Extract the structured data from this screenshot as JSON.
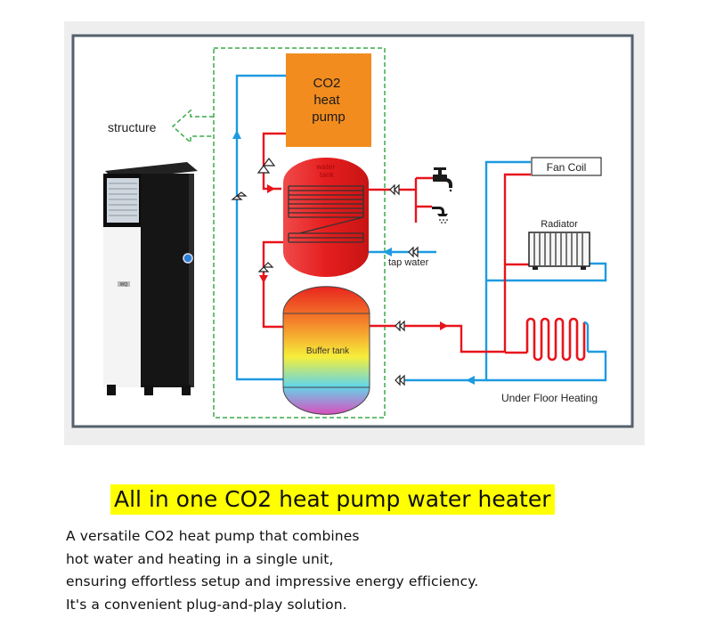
{
  "diagram": {
    "label_structure": "structure",
    "heat_pump_label": [
      "CO2",
      "heat",
      "pump"
    ],
    "water_tank_label": [
      "water",
      "tank"
    ],
    "buffer_tank_label": "Buffer tank",
    "tap_water_label": "tap water",
    "fan_coil_label": "Fan Coil",
    "radiator_label": "Radiator",
    "under_floor_label": "Under Floor Heating",
    "unit_logo": "WQ",
    "colors": {
      "hot_pipe": "#e8141c",
      "cold_pipe": "#1e9be0",
      "heat_pump_box": "#f28c1e",
      "dashed_border": "#3aaa4a",
      "frame": "#4a5568",
      "water_tank": "#ea2525"
    }
  },
  "headline": "All in one CO2 heat pump water heater",
  "description": [
    "A versatile CO2 heat pump that combines",
    "hot water and heating in a single unit,",
    "ensuring effortless setup and impressive energy efficiency.",
    "It's a convenient plug-and-play solution."
  ]
}
